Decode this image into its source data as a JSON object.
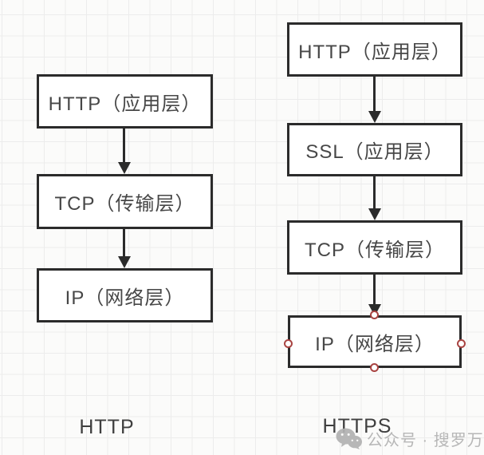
{
  "diagram": {
    "stacks": {
      "http": {
        "caption": "HTTP",
        "layers": [
          "HTTP（应用层）",
          "TCP（传输层）",
          "IP（网络层）"
        ]
      },
      "https": {
        "caption": "HTTPS",
        "layers": [
          "HTTP（应用层）",
          "SSL（应用层）",
          "TCP（传输层）",
          "IP（网络层）"
        ]
      }
    },
    "selection": {
      "selected_shape": "IP（网络层）",
      "handle_count": 4,
      "handle_color": "#a94442"
    },
    "colors": {
      "box_border": "#2b2b2b",
      "box_fill": "#ffffff",
      "text": "#474747",
      "arrow": "#2b2b2b",
      "grid_line": "#ececec",
      "background": "#fbfbfa",
      "watermark_gray": "#b2b2b2"
    }
  },
  "watermark": {
    "icon": "wechat-icon",
    "text": "公众号 · 搜罗万相"
  }
}
